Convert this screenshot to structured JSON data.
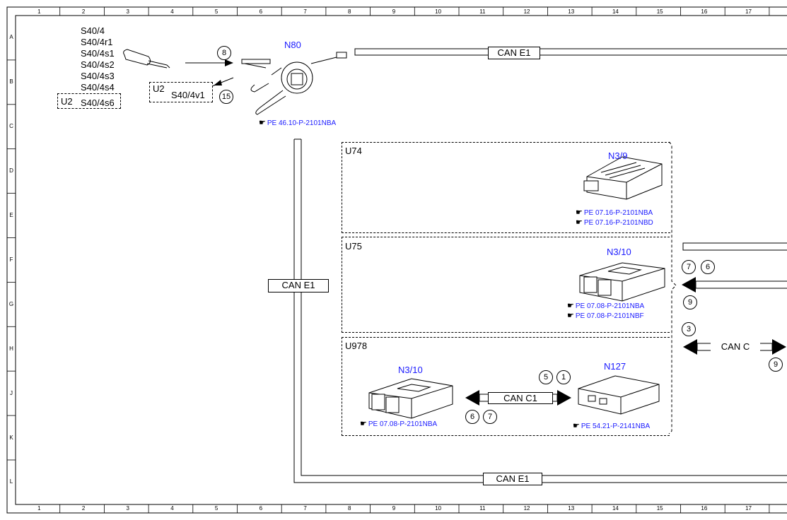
{
  "grid": {
    "columns": [
      "1",
      "2",
      "3",
      "4",
      "5",
      "6",
      "7",
      "8",
      "9",
      "10",
      "11",
      "12",
      "13",
      "14",
      "15",
      "16",
      "17"
    ],
    "rows": [
      "A",
      "B",
      "C",
      "D",
      "E",
      "F",
      "G",
      "H",
      "J",
      "K",
      "L"
    ]
  },
  "switch_group": {
    "labels": [
      "S40/4",
      "S40/4r1",
      "S40/4s1",
      "S40/4s2",
      "S40/4s3",
      "S40/4s4"
    ],
    "u2_box": {
      "prefix": "U2",
      "label": "S40/4s6"
    },
    "u2_box2": {
      "prefix": "U2",
      "label": "S40/4v1"
    },
    "callout_8": "8",
    "callout_15": "15"
  },
  "n80": {
    "title": "N80",
    "ref": "PE 46.10-P-2101NBA"
  },
  "bus_labels": {
    "can_e1_top": "CAN E1",
    "can_e1_left": "CAN E1",
    "can_e1_bottom": "CAN E1",
    "can_c": "CAN C",
    "can_c1": "CAN C1"
  },
  "groups": {
    "u74": {
      "name": "U74",
      "component": "N3/9",
      "refs": [
        "PE 07.16-P-2101NBA",
        "PE 07.16-P-2101NBD"
      ]
    },
    "u75": {
      "name": "U75",
      "component": "N3/10",
      "refs": [
        "PE 07.08-P-2101NBA",
        "PE 07.08-P-2101NBF"
      ]
    },
    "u978": {
      "name": "U978",
      "component_left": "N3/10",
      "ref_left": "PE 07.08-P-2101NBA",
      "component_right": "N127",
      "ref_right": "PE 54.21-P-2141NBA"
    }
  },
  "callouts": {
    "c7": "7",
    "c6": "6",
    "c9a": "9",
    "c3": "3",
    "c9b": "9",
    "c5": "5",
    "c1": "1",
    "c6b": "6",
    "c7b": "7"
  }
}
